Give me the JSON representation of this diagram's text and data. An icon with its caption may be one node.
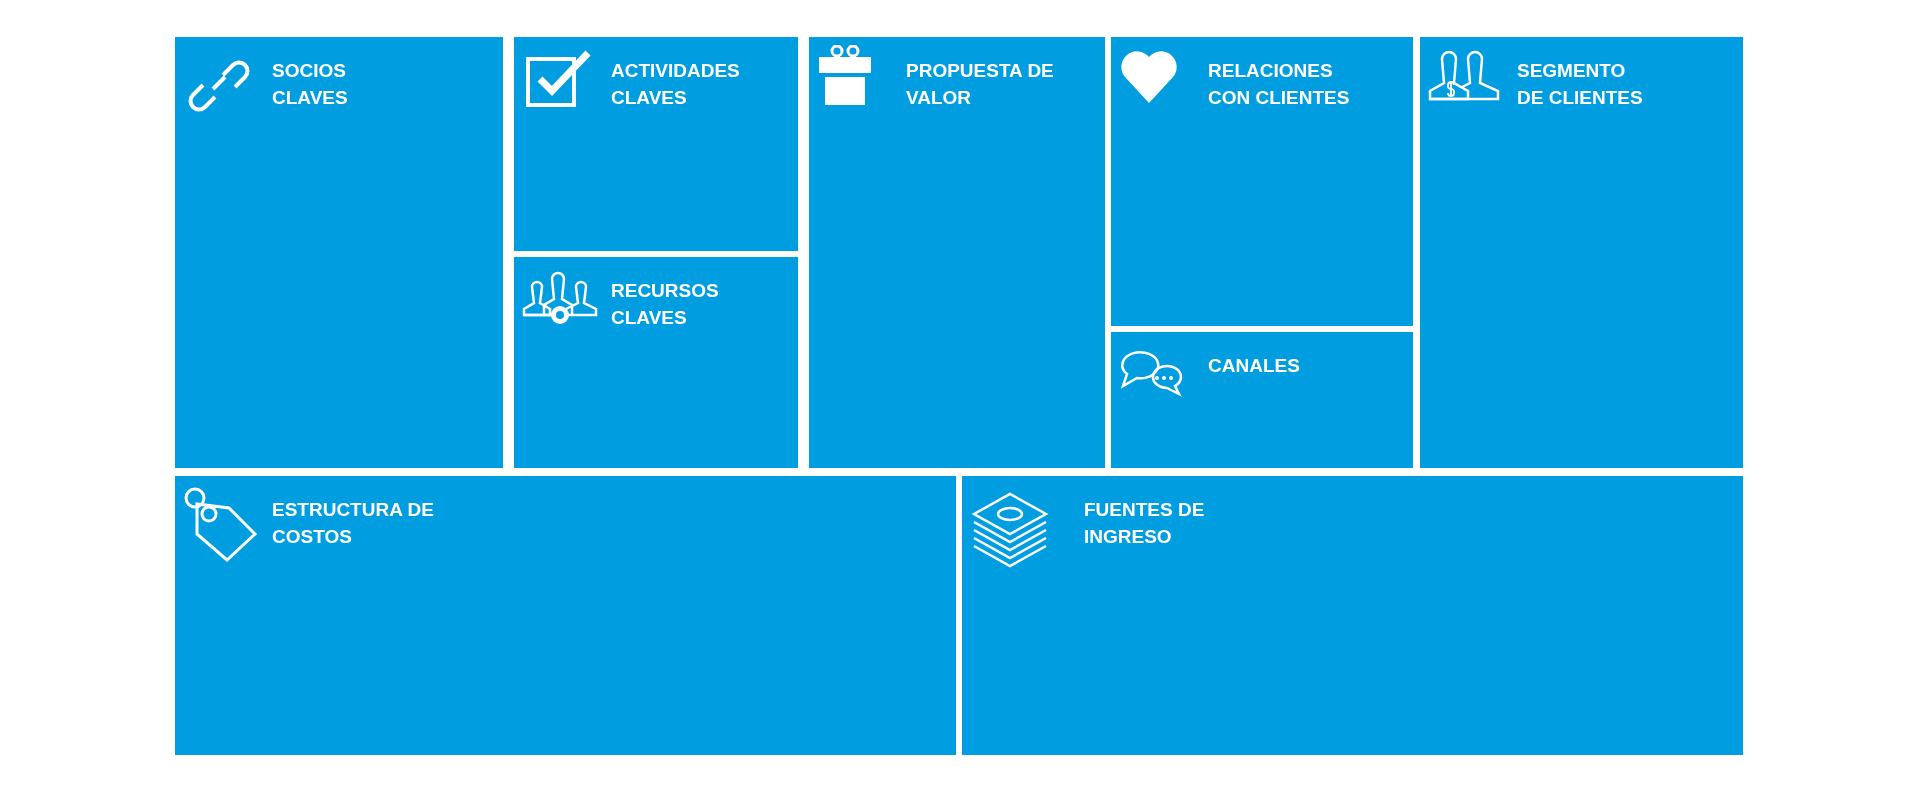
{
  "diagram": {
    "nodes": [
      {
        "text": [
          "SOCIOS CLAVES"
        ]
      },
      {
        "text": [
          "ACTIVIDADES CLAVES"
        ]
      },
      {
        "text": [
          "RECURSOS CLAVES"
        ]
      },
      {
        "text": [
          "PROPUESTA DE VALOR"
        ]
      },
      {
        "text": [
          "RELACIONES CON CLIENTES"
        ]
      },
      {
        "text": [
          "CANALES"
        ]
      },
      {
        "text": [
          "SEGMENTO DE CLIENTES"
        ]
      },
      {
        "text": [
          "ESTRUCTURA DE COSTOS"
        ]
      },
      {
        "text": [
          "FUENTES DE INGRESO"
        ]
      }
    ],
    "edges": []
  }
}
